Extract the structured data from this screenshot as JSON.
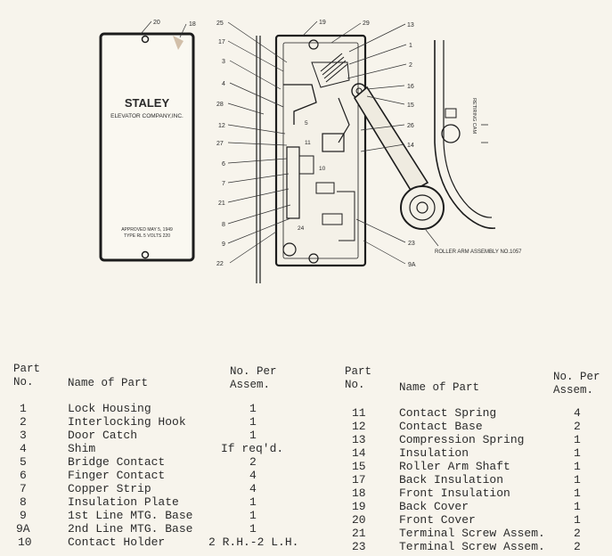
{
  "plate": {
    "brand": "STALEY",
    "company": "ELEVATOR COMPANY,INC.",
    "approved": "APPROVED MAY 5, 1949",
    "type": "TYPE RL 5 VOLTS 220"
  },
  "callouts": {
    "left_plate": [
      "20",
      "18"
    ],
    "left_side": [
      "25",
      "17",
      "3",
      "4",
      "28",
      "12",
      "27",
      "6",
      "7",
      "21",
      "8",
      "9",
      "22"
    ],
    "top": [
      "19",
      "29",
      "13"
    ],
    "right_side": [
      "1",
      "2",
      "16",
      "15",
      "26",
      "14",
      "23",
      "9A"
    ],
    "inner": [
      "5",
      "11",
      "10",
      "24"
    ],
    "roller_arm": "ROLLER ARM ASSEMBLY NO.1057",
    "cam": "RETIRING CAM"
  },
  "table": {
    "headers": {
      "part_no": "Part\nNo.",
      "name": "Name of Part",
      "per_assem": "No. Per\nAssem."
    },
    "left": [
      {
        "no": "1",
        "name": "Lock Housing",
        "qty": "1"
      },
      {
        "no": "2",
        "name": "Interlocking Hook",
        "qty": "1"
      },
      {
        "no": "3",
        "name": "Door Catch",
        "qty": "1"
      },
      {
        "no": "4",
        "name": "Shim",
        "qty": "If req'd."
      },
      {
        "no": "5",
        "name": "Bridge Contact",
        "qty": "2"
      },
      {
        "no": "6",
        "name": "Finger Contact",
        "qty": "4"
      },
      {
        "no": "7",
        "name": "Copper Strip",
        "qty": "4"
      },
      {
        "no": "8",
        "name": "Insulation Plate",
        "qty": "1"
      },
      {
        "no": "9",
        "name": "1st Line MTG. Base",
        "qty": "1"
      },
      {
        "no": "9A",
        "name": "2nd Line MTG. Base",
        "qty": "1"
      },
      {
        "no": "10",
        "name": "Contact Holder",
        "qty": "2 R.H.-2 L.H."
      }
    ],
    "right": [
      {
        "no": "11",
        "name": "Contact Spring",
        "qty": "4"
      },
      {
        "no": "12",
        "name": "Contact Base",
        "qty": "2"
      },
      {
        "no": "13",
        "name": "Compression Spring",
        "qty": "1"
      },
      {
        "no": "14",
        "name": "Insulation",
        "qty": "1"
      },
      {
        "no": "15",
        "name": "Roller Arm Shaft",
        "qty": "1"
      },
      {
        "no": "17",
        "name": "Back Insulation",
        "qty": "1"
      },
      {
        "no": "18",
        "name": "Front Insulation",
        "qty": "1"
      },
      {
        "no": "19",
        "name": "Back Cover",
        "qty": "1"
      },
      {
        "no": "20",
        "name": "Front Cover",
        "qty": "1"
      },
      {
        "no": "21",
        "name": "Terminal Screw Assem.",
        "qty": "2"
      },
      {
        "no": "23",
        "name": "Terminal Screw Assem.",
        "qty": "2"
      }
    ]
  }
}
